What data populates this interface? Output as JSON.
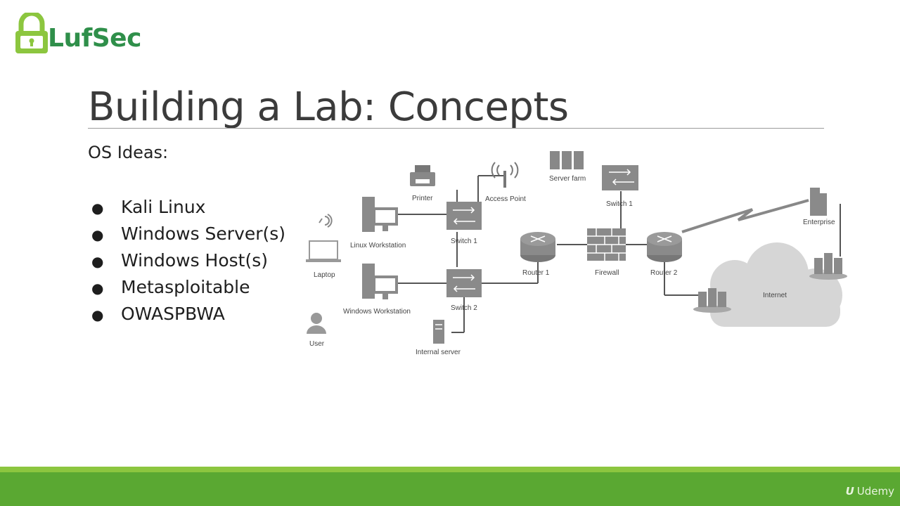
{
  "brand": {
    "name": "LufSec",
    "lock_color": "#8cc63f",
    "text_color": "#2f8f4a"
  },
  "slide": {
    "title": "Building a Lab: Concepts",
    "subtitle": "OS Ideas:",
    "bullets": [
      "Kali Linux",
      "Windows Server(s)",
      "Windows Host(s)",
      "Metasploitable",
      "OWASPBWA"
    ]
  },
  "diagram": {
    "labels": {
      "printer": "Printer",
      "access_point": "Access Point",
      "server_farm": "Server farm",
      "switch_top": "Switch 1",
      "linux_ws": "Linux Workstation",
      "switch_1": "Switch 1",
      "laptop": "Laptop",
      "router_1": "Router 1",
      "firewall": "Firewall",
      "router_2": "Router 2",
      "enterprise": "Enterprise",
      "windows_ws": "Windows Workstation",
      "switch_2": "Switch 2",
      "internet": "Internet",
      "user": "User",
      "internal_server": "Internal server"
    },
    "device_color": "#8a8a8a",
    "line_color": "#555555"
  },
  "footer": {
    "brand": "Udemy",
    "color": "#5aa832",
    "stripe_color": "#8cc63f"
  }
}
